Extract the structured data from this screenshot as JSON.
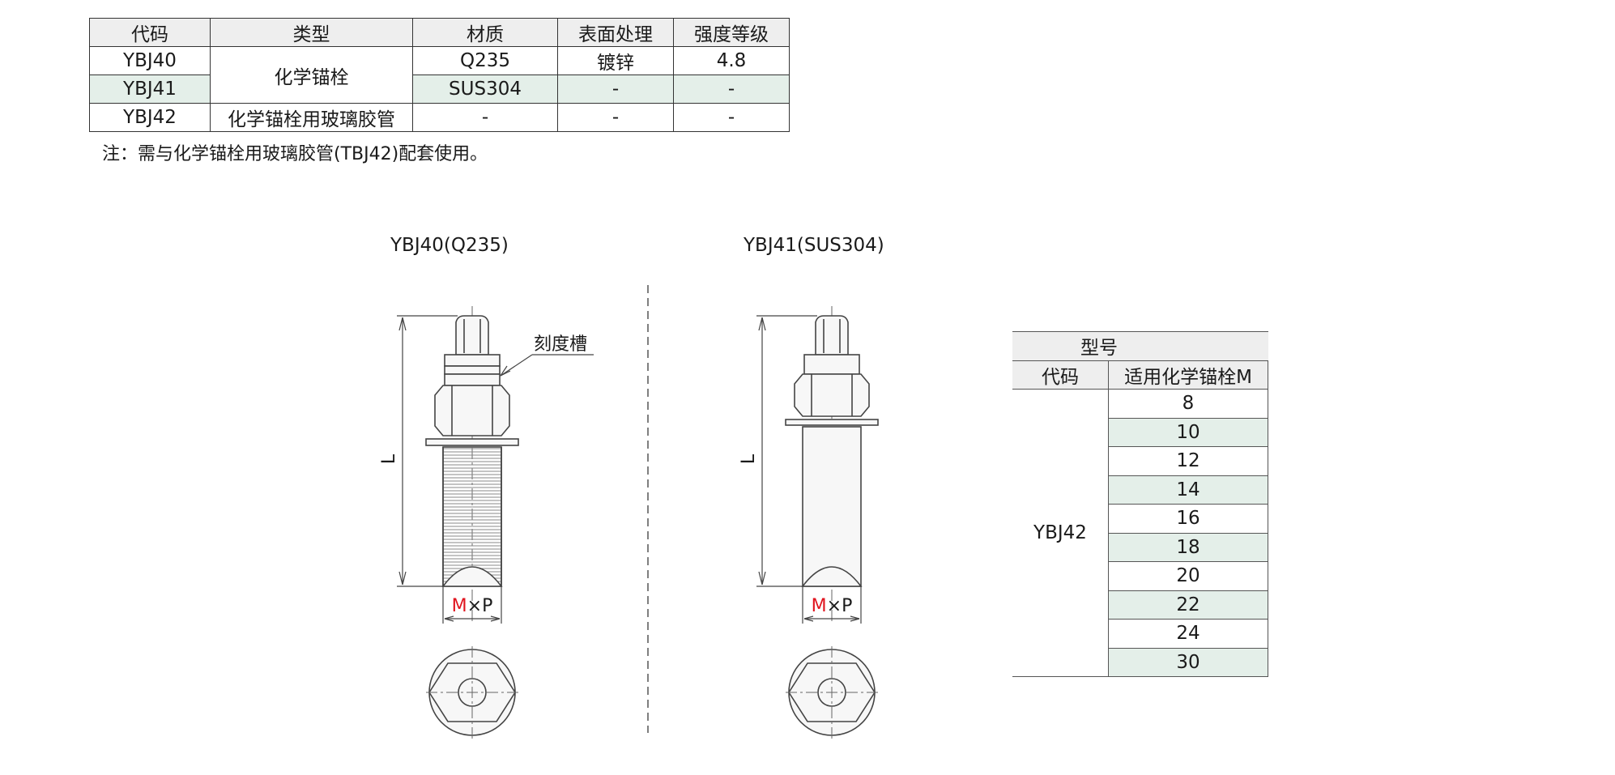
{
  "spec_table": {
    "headers": [
      "代码",
      "类型",
      "材质",
      "表面处理",
      "强度等级"
    ],
    "rows": [
      {
        "code": "YBJ40",
        "type": "化学锚栓",
        "material": "Q235",
        "surface": "镀锌",
        "grade": "4.8"
      },
      {
        "code": "YBJ41",
        "type": "",
        "material": "SUS304",
        "surface": "-",
        "grade": "-"
      },
      {
        "code": "YBJ42",
        "type": "化学锚栓用玻璃胶管",
        "material": "-",
        "surface": "-",
        "grade": "-"
      }
    ]
  },
  "note": "注：需与化学锚栓用玻璃胶管(TBJ42)配套使用。",
  "drawings": {
    "left_title": "YBJ40(Q235)",
    "right_title": "YBJ41(SUS304)",
    "groove_label": "刻度槽",
    "length_label": "L",
    "dim_m": "M",
    "dim_times": "×",
    "dim_p": "P"
  },
  "size_table": {
    "header_model": "型号",
    "header_code": "代码",
    "header_m": "适用化学锚栓M",
    "code": "YBJ42",
    "values": [
      "8",
      "10",
      "12",
      "14",
      "16",
      "18",
      "20",
      "22",
      "24",
      "30"
    ]
  },
  "colors": {
    "shade": "#e4efe9",
    "header": "#eeeeee",
    "accent_red": "#e0141e"
  }
}
